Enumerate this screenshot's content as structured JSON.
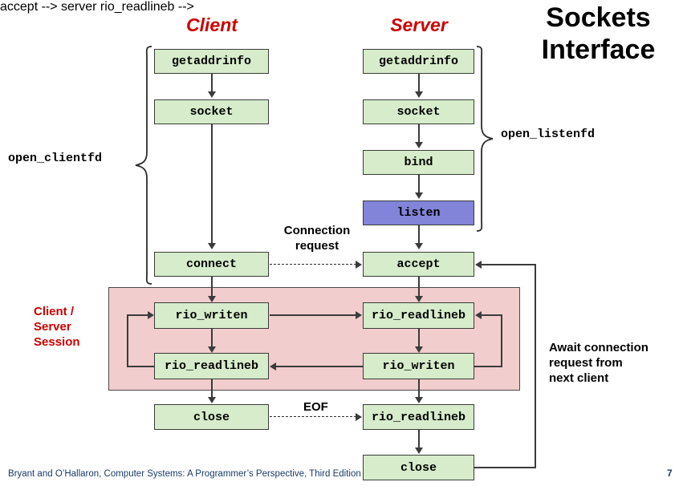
{
  "slide": {
    "title_line1": "Sockets",
    "title_line2": "Interface",
    "page_number": "7",
    "footer": "Bryant and O’Hallaron, Computer Systems: A Programmer’s Perspective, Third Edition"
  },
  "columns": {
    "client_heading": "Client",
    "server_heading": "Server"
  },
  "labels": {
    "open_clientfd": "open_clientfd",
    "open_listenfd": "open_listenfd",
    "connection_request_line1": "Connection",
    "connection_request_line2": "request",
    "eof": "EOF",
    "session_line1": "Client /",
    "session_line2": "Server",
    "session_line3": "Session",
    "await_line1": "Await connection",
    "await_line2": "request from",
    "await_line3": "next client"
  },
  "client_nodes": [
    {
      "id": "client-getaddrinfo",
      "label": "getaddrinfo"
    },
    {
      "id": "client-socket",
      "label": "socket"
    },
    {
      "id": "client-connect",
      "label": "connect"
    },
    {
      "id": "client-rio-writen",
      "label": "rio_writen"
    },
    {
      "id": "client-rio-readlineb",
      "label": "rio_readlineb"
    },
    {
      "id": "client-close",
      "label": "close"
    }
  ],
  "server_nodes": [
    {
      "id": "server-getaddrinfo",
      "label": "getaddrinfo"
    },
    {
      "id": "server-socket",
      "label": "socket"
    },
    {
      "id": "server-bind",
      "label": "bind"
    },
    {
      "id": "server-listen",
      "label": "listen"
    },
    {
      "id": "server-accept",
      "label": "accept"
    },
    {
      "id": "server-rio-readlineb",
      "label": "rio_readlineb"
    },
    {
      "id": "server-rio-writen",
      "label": "rio_writen"
    },
    {
      "id": "server-rio-readlineb-eof",
      "label": "rio_readlineb"
    },
    {
      "id": "server-close",
      "label": "close"
    }
  ],
  "colors": {
    "node_fill": "#d6ecca",
    "node_highlight_fill": "#8184d8",
    "node_border": "#3b3b3b",
    "session_fill": "#f2cdcd",
    "heading_red": "#cc0000",
    "footer_blue": "#1a3b66"
  }
}
